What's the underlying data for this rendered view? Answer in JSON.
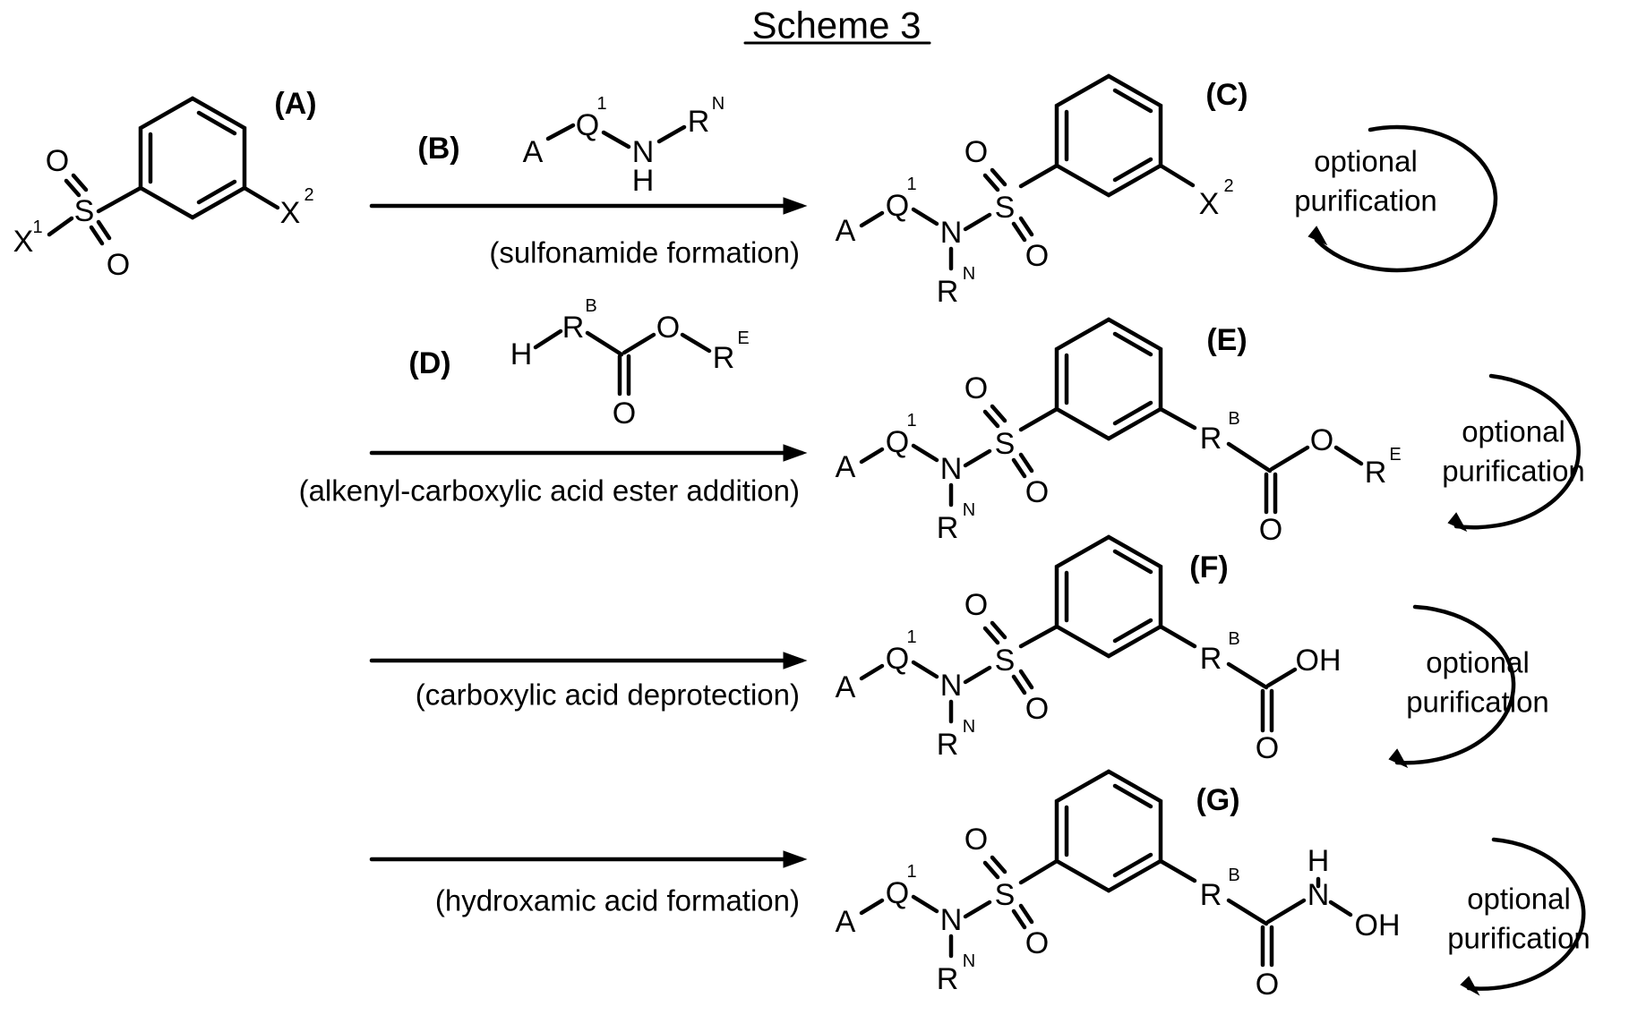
{
  "title": "Scheme 3",
  "compound_labels": {
    "A": "(A)",
    "B": "(B)",
    "C": "(C)",
    "D": "(D)",
    "E": "(E)",
    "F": "(F)",
    "G": "(G)"
  },
  "reaction_conditions": {
    "step1": "(sulfonamide formation)",
    "step2": "(alkenyl-carboxylic acid ester addition)",
    "step3": "(carboxylic acid deprotection)",
    "step4": "(hydroxamic acid formation)"
  },
  "optional_purification": {
    "line1": "optional",
    "line2": "purification"
  },
  "atoms": {
    "O": "O",
    "S": "S",
    "X": "X",
    "N": "N",
    "H": "H",
    "A": "A",
    "Q": "Q",
    "R": "R",
    "OH": "OH"
  },
  "superscripts": {
    "one": "1",
    "two": "2",
    "N": "N",
    "B": "B",
    "E": "E"
  }
}
